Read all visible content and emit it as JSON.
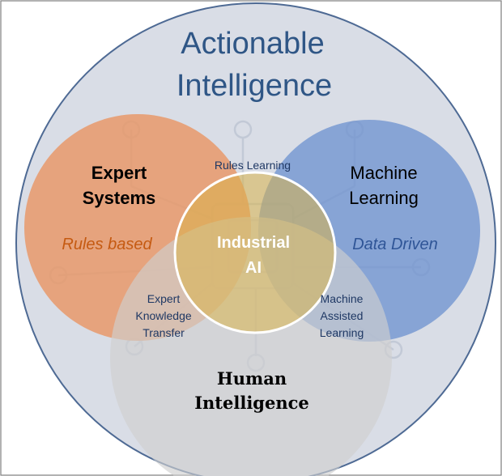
{
  "diagram": {
    "title_line1": "Actionable",
    "title_line2": "Intelligence",
    "expert_line1": "Expert",
    "expert_line2": "Systems",
    "expert_sub": "Rules based",
    "ml_line1": "Machine",
    "ml_line2": "Learning",
    "ml_sub": "Data Driven",
    "human_line1": "Human",
    "human_line2": "Intelligence",
    "center_line1": "Industrial",
    "center_line2": "AI",
    "overlap_top": "Rules Learning",
    "overlap_left_line1": "Expert",
    "overlap_left_line2": "Knowledge",
    "overlap_left_line3": "Transfer",
    "overlap_right_line1": "Machine",
    "overlap_right_line2": "Assisted",
    "overlap_right_line3": "Learning"
  },
  "colors": {
    "outer_fill": "#d9dde6",
    "outer_stroke": "#4e6a94",
    "expert_fill": "#e8996a",
    "ml_fill": "#6f93cf",
    "human_fill": "#d0d0d0",
    "center_stroke": "#ffffff",
    "title": "#2f5686",
    "expert_sub": "#c55a11",
    "ml_sub": "#2f5597",
    "overlap_text": "#1f3864"
  }
}
